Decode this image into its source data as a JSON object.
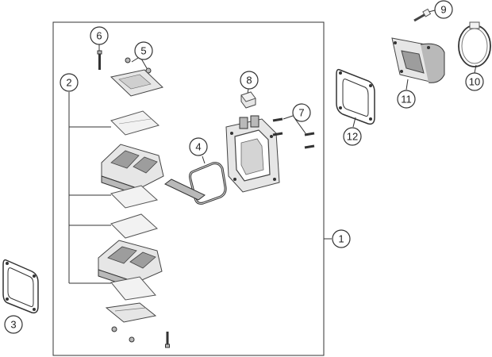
{
  "callouts": [
    {
      "id": "1",
      "label": "1"
    },
    {
      "id": "2",
      "label": "2"
    },
    {
      "id": "3",
      "label": "3"
    },
    {
      "id": "4",
      "label": "4"
    },
    {
      "id": "5",
      "label": "5"
    },
    {
      "id": "6",
      "label": "6"
    },
    {
      "id": "7",
      "label": "7"
    },
    {
      "id": "8",
      "label": "8"
    },
    {
      "id": "9",
      "label": "9"
    },
    {
      "id": "10",
      "label": "10"
    },
    {
      "id": "11",
      "label": "11"
    },
    {
      "id": "12",
      "label": "12"
    }
  ],
  "colors": {
    "line": "#333333",
    "part_fill": "#e6e6e6",
    "part_dark": "#b9b9b9"
  }
}
